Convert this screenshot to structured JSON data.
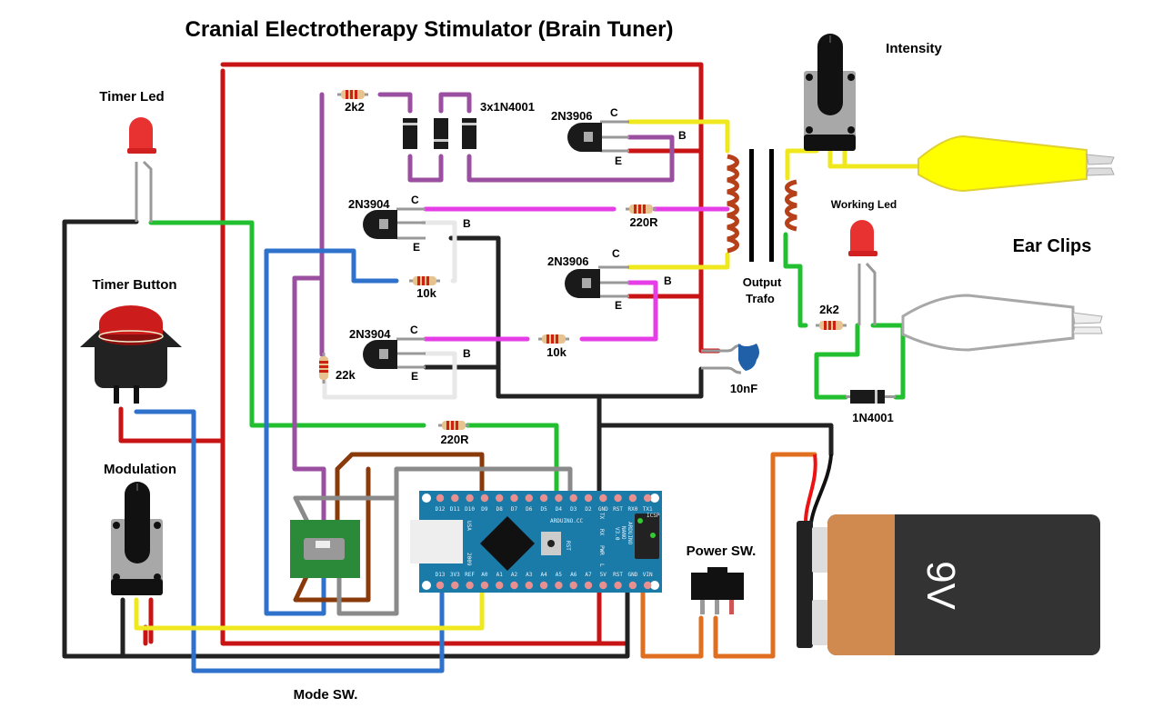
{
  "title": "Cranial Electrotherapy Stimulator (Brain Tuner)",
  "labels": {
    "timer_led": "Timer Led",
    "timer_button": "Timer Button",
    "modulation": "Modulation",
    "mode_sw": "Mode SW.",
    "intensity": "Intensity",
    "working_led": "Working Led",
    "ear_clips": "Ear Clips",
    "output_trafo_1": "Output",
    "output_trafo_2": "Trafo",
    "power_sw": "Power SW.",
    "diodes": "3x1N4001",
    "diode_single": "1N4001",
    "capacitor": "10nF",
    "battery": "9V"
  },
  "resistors": {
    "r1": "2k2",
    "r2": "220R",
    "r3": "10k",
    "r4": "10k",
    "r5": "22k",
    "r6": "220R",
    "r7": "2k2"
  },
  "transistors": [
    {
      "model": "2N3906",
      "type": "P",
      "c": "C",
      "b": "B",
      "e": "E"
    },
    {
      "model": "2N3904",
      "type": "N",
      "c": "C",
      "b": "B",
      "e": "E"
    },
    {
      "model": "2N3906",
      "type": "P",
      "c": "C",
      "b": "B",
      "e": "E"
    },
    {
      "model": "2N3904",
      "type": "N",
      "c": "C",
      "b": "B",
      "e": "E"
    }
  ],
  "arduino": {
    "top_pins": [
      "D12",
      "D11",
      "D10",
      "D9",
      "D8",
      "D7",
      "D6",
      "D5",
      "D4",
      "D3",
      "D2",
      "GND",
      "RST",
      "RX0",
      "TX1"
    ],
    "bottom_pins": [
      "D13",
      "3V3",
      "REF",
      "A0",
      "A1",
      "A2",
      "A3",
      "A4",
      "A5",
      "A6",
      "A7",
      "5V",
      "RST",
      "GND",
      "VIN"
    ],
    "brand": "ARDUINO.CC",
    "model_line1": "ARDUINO",
    "model_line2": "NANO",
    "model_line3": "V3.0",
    "usa": "USA",
    "year": "2009",
    "rst": "RST",
    "tx": "TX",
    "rx": "RX",
    "pwr": "PWR",
    "l": "L",
    "icsp": "ICSP",
    "icsp_pin1": "1"
  },
  "colors": {
    "wire_red": "#c81414",
    "wire_purple": "#9b4fa0",
    "wire_blue": "#2f72cc",
    "wire_black": "#222222",
    "wire_green": "#22c030",
    "wire_magenta": "#e63ee6",
    "wire_yellow": "#f0e81e",
    "wire_brown": "#8a3a0a",
    "wire_gray": "#8a8a8a",
    "wire_orange": "#e07020",
    "wire_white": "#e8e8e8",
    "arduino_board": "#1a7aa8",
    "battery_copper": "#d08a50",
    "battery_body": "#333333"
  }
}
